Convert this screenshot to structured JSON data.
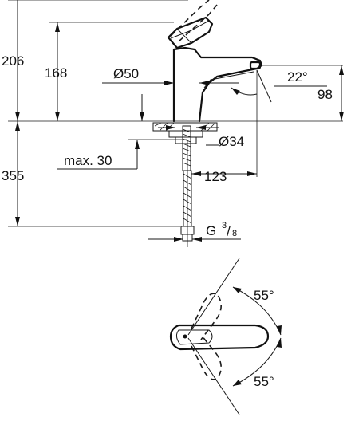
{
  "dimensions": {
    "total_height": "206",
    "spout_height": "168",
    "body_diameter": "Ø50",
    "spout_angle": "22°",
    "outlet_height": "98",
    "hole_diameter": "Ø34",
    "max_deck_thickness": "max. 30",
    "projection": "123",
    "below_deck": "355",
    "connection_prefix": "G",
    "connection_num": "3",
    "connection_den": "8",
    "lever_angle_top": "55°",
    "lever_angle_bottom": "55°"
  }
}
